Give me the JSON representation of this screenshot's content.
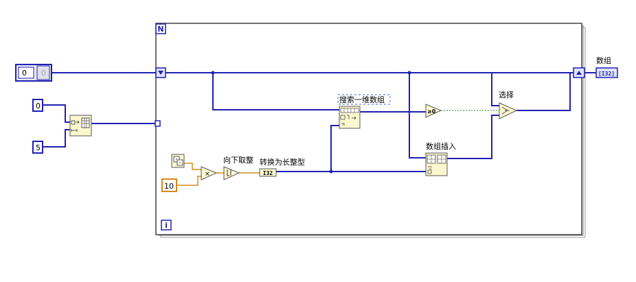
{
  "loop": {
    "count_terminal": "N",
    "iteration_terminal": "i"
  },
  "constants": {
    "array_init_value": "0",
    "array_index": "0",
    "range_low": "0",
    "range_high": "5",
    "multiplier": "10"
  },
  "labels": {
    "round_down": "向下取整",
    "to_long": "转换为长整型",
    "search_1d": "搜索一维数组",
    "array_insert": "数组插入",
    "select": "选择",
    "output_array": "数组"
  },
  "type_badges": {
    "to_long_type": "I32",
    "output_type": "[I32]"
  },
  "colors": {
    "int_wire": "#1f1fb3",
    "dbl_wire": "#d38a19",
    "bool_wire": "#2e7d32",
    "node_fill": "#fbf7cf",
    "frame": "#444444"
  }
}
